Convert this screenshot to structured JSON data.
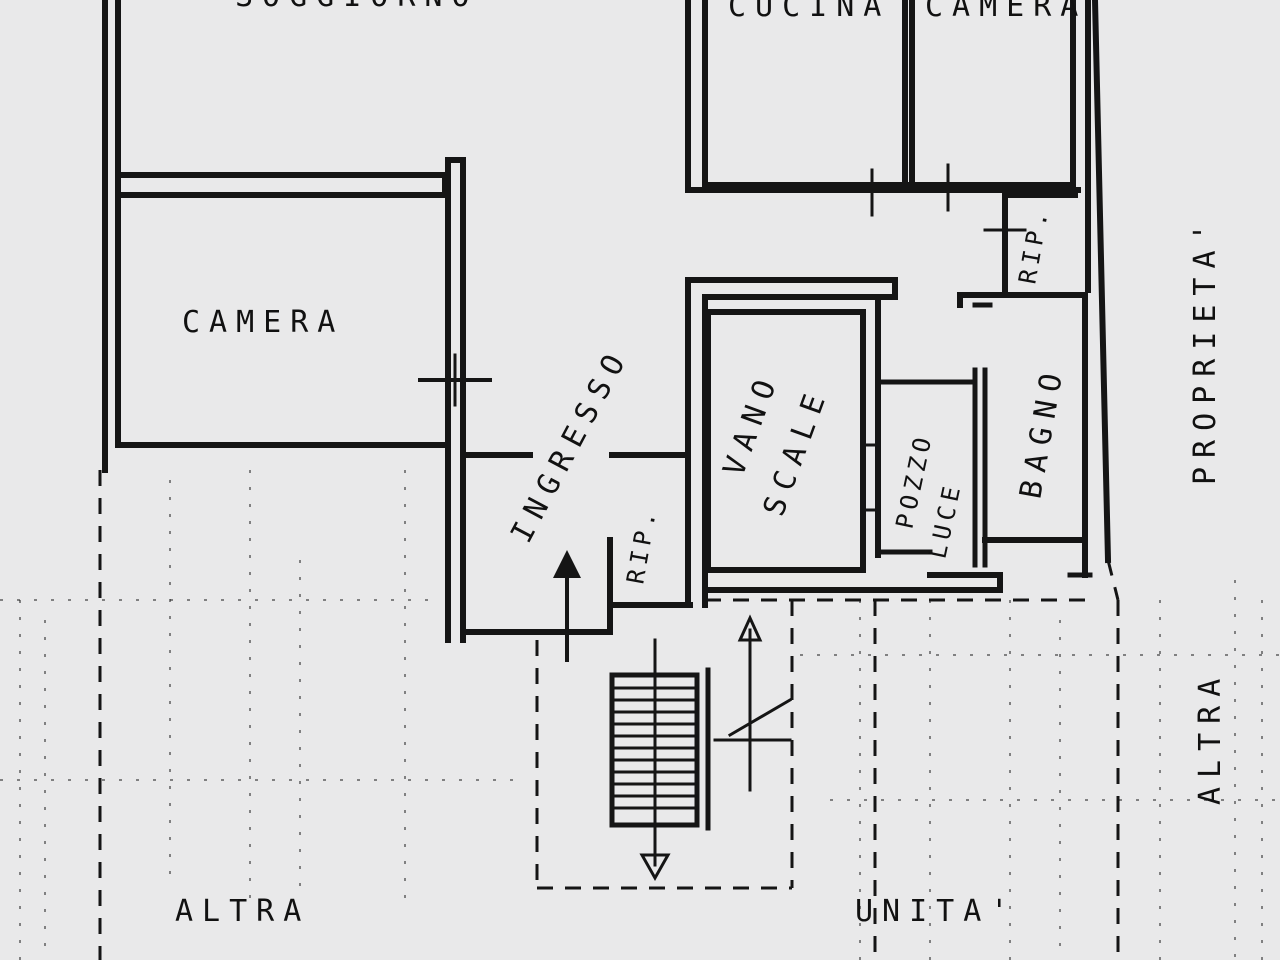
{
  "rooms": {
    "soggiorno": "SOGGIORNO",
    "cucina": "CUCINA",
    "camera_top": "CAMERA",
    "camera_left": "CAMERA",
    "ingresso": "INGRESSO",
    "vano_scale_1": "VANO",
    "vano_scale_2": "SCALE",
    "pozzo_luce_1": "POZZO",
    "pozzo_luce_2": "LUCE",
    "bagno": "BAGNO",
    "rip_left": "RIP.",
    "rip_right": "RIP."
  },
  "surroundings": {
    "altra_bottom": "ALTRA",
    "unita_bottom": "UNITA'",
    "altra_right": "ALTRA",
    "proprieta_right": "PROPRIETA'"
  },
  "colors": {
    "paper": "#e9e9ea",
    "ink": "#151515"
  }
}
